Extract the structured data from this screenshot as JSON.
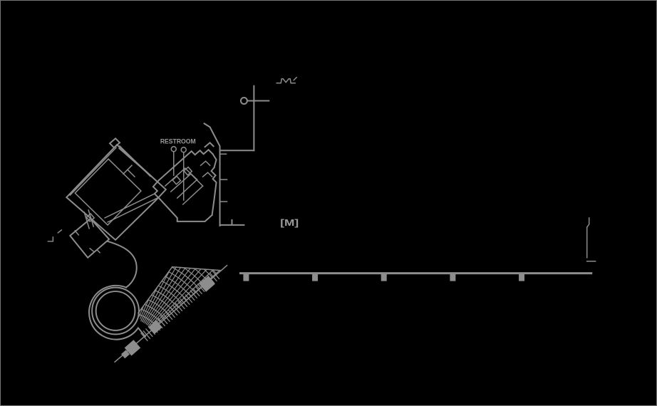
{
  "canvas": {
    "description": "dark architectural venue floor plan line drawing",
    "colors": {
      "background": "#000000",
      "border": "#767676",
      "line": "#8d8d8d",
      "text": "#9b9b9b"
    }
  },
  "labels": {
    "restroom": "RESTROOM",
    "station_marker": "[M]",
    "level_marker_glyph": "M"
  },
  "monorail": {
    "support_count": 5
  },
  "features": [
    "upper-stair-hall-with-hatched-stairs",
    "restroom-block-with-stall-partitions",
    "restroom-fixture-callout-circles",
    "east-corridor-wall-with-ticks",
    "elevator-call-marker",
    "level-marker-glyph",
    "station-marker-[M]",
    "lower-room",
    "spiral-ramp-double-circle",
    "amphitheater-fan-seating",
    "escalator-with-landing-blocks",
    "monorail-track-with-supports",
    "platform-bracket"
  ]
}
